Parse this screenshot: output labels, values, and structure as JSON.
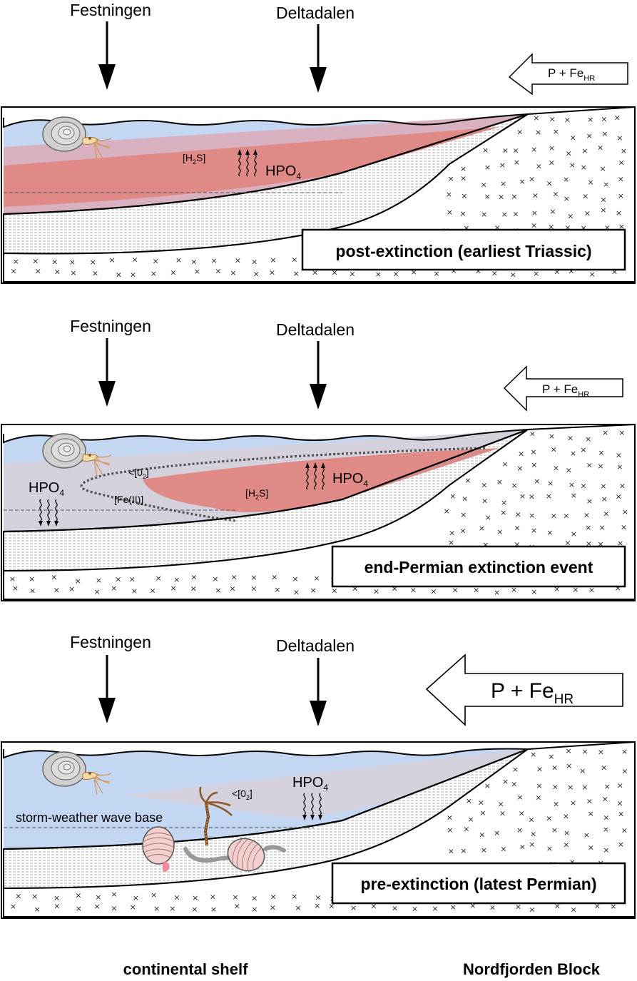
{
  "locations": {
    "left": "Festningen",
    "right": "Deltadalen"
  },
  "influx_label": {
    "main": "P + Fe",
    "sub": "HR"
  },
  "panels": [
    {
      "title": "post-extinction (earliest Triassic)",
      "hpo4": {
        "main": "HPO",
        "sub": "4"
      },
      "h2s": {
        "pre": "[H",
        "sub": "2",
        "post": "S]"
      }
    },
    {
      "title": "end-Permian extinction event",
      "hpo4_red": {
        "main": "HPO",
        "sub": "4"
      },
      "hpo4_grey": {
        "main": "HPO",
        "sub": "4"
      },
      "h2s": {
        "pre": "[H",
        "sub": "2",
        "post": "S]"
      },
      "fe2": "[Fe(II)]",
      "o2": {
        "pre": "<[0",
        "sub": "2",
        "post": "]"
      }
    },
    {
      "title": "pre-extinction (latest Permian)",
      "hpo4": {
        "main": "HPO",
        "sub": "4"
      },
      "o2": {
        "pre": "<[0",
        "sub": "2",
        "post": "]"
      },
      "wave_base": "storm-weather wave base"
    }
  ],
  "bottom_labels": {
    "left": "continental shelf",
    "right": "Nordfjorden Block"
  },
  "colors": {
    "water": "#c3d6f2",
    "anoxic_red": "#e08a88",
    "ferruginous_grey": "#d4d0dc",
    "sediment_hatch": "#9a9a9a"
  }
}
